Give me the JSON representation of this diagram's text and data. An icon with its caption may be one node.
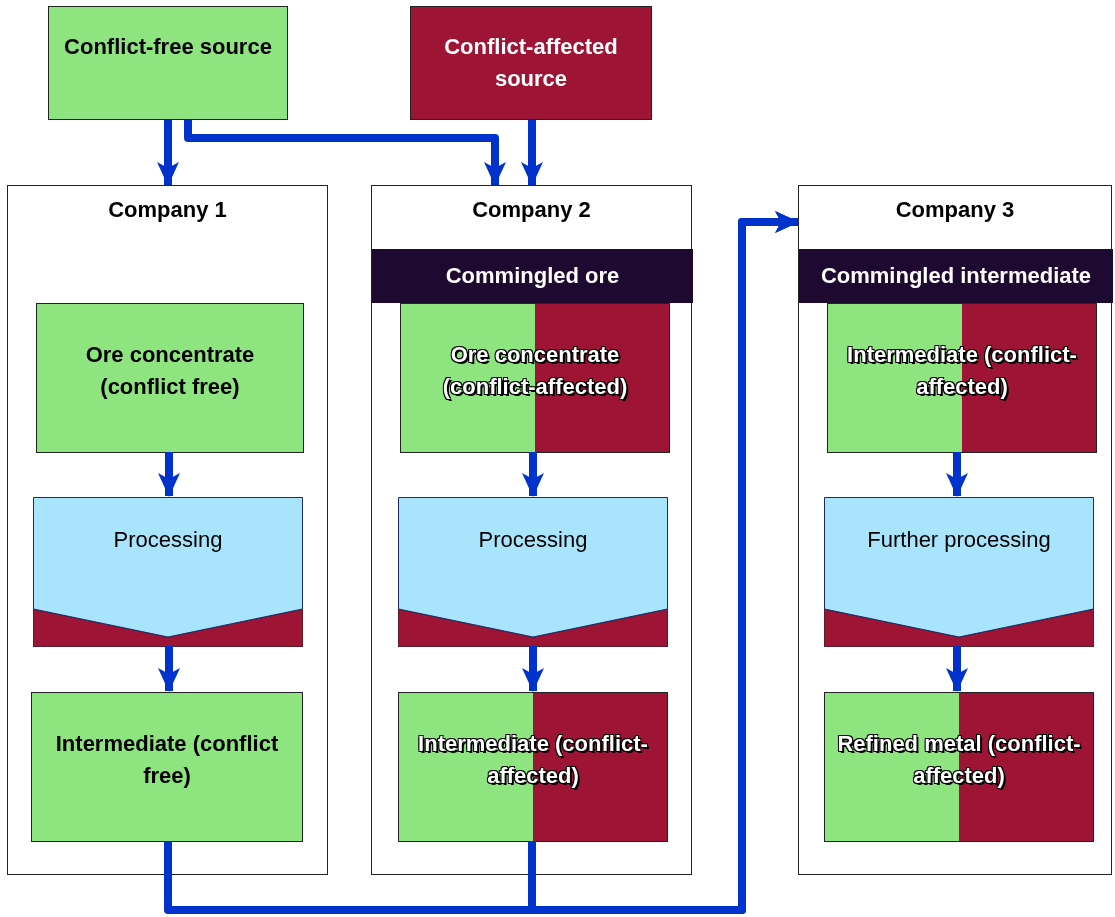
{
  "diagram": {
    "nodes": [
      {
        "text": [
          "Conflict-free source"
        ]
      },
      {
        "text": [
          "Conflict-affected source"
        ]
      },
      {
        "text": [
          "Company 1"
        ]
      },
      {
        "text": [
          "Ore concentrate (conflict free)"
        ],
        "in": 2
      },
      {
        "text": [
          "Processing"
        ],
        "in": 2
      },
      {
        "text": [
          "Intermediate (conflict free)"
        ],
        "in": 2
      },
      {
        "text": [
          "Company 2"
        ]
      },
      {
        "text": [
          "Commingled ore"
        ],
        "in": 6
      },
      {
        "text": [
          "Ore concentrate (conflict-affected)"
        ],
        "in": 6
      },
      {
        "text": [
          "Processing"
        ],
        "in": 6
      },
      {
        "text": [
          "Intermediate (conflict-affected)"
        ],
        "in": 6
      },
      {
        "text": [
          "Company 3"
        ]
      },
      {
        "text": [
          "Commingled intermediate"
        ],
        "in": 11
      },
      {
        "text": [
          "Intermediate (conflict-affected)"
        ],
        "in": 11
      },
      {
        "text": [
          "Further processing"
        ],
        "in": 11
      },
      {
        "text": [
          "Refined metal (conflict-affected)"
        ],
        "in": 11
      }
    ],
    "edges": [
      {
        "from": 0,
        "to": 2,
        "arrow": "to"
      },
      {
        "from": 0,
        "to": 6,
        "arrow": "to"
      },
      {
        "from": 1,
        "to": 6,
        "arrow": "to"
      },
      {
        "from": 3,
        "to": 4,
        "arrow": "to"
      },
      {
        "from": 4,
        "to": 5,
        "arrow": "to"
      },
      {
        "from": 8,
        "to": 9,
        "arrow": "to"
      },
      {
        "from": 9,
        "to": 10,
        "arrow": "to"
      },
      {
        "from": 13,
        "to": 14,
        "arrow": "to"
      },
      {
        "from": 14,
        "to": 15,
        "arrow": "to"
      },
      {
        "from": 5,
        "to": 11,
        "arrow": "to"
      },
      {
        "from": 10,
        "to": 11,
        "arrow": "to"
      }
    ]
  }
}
